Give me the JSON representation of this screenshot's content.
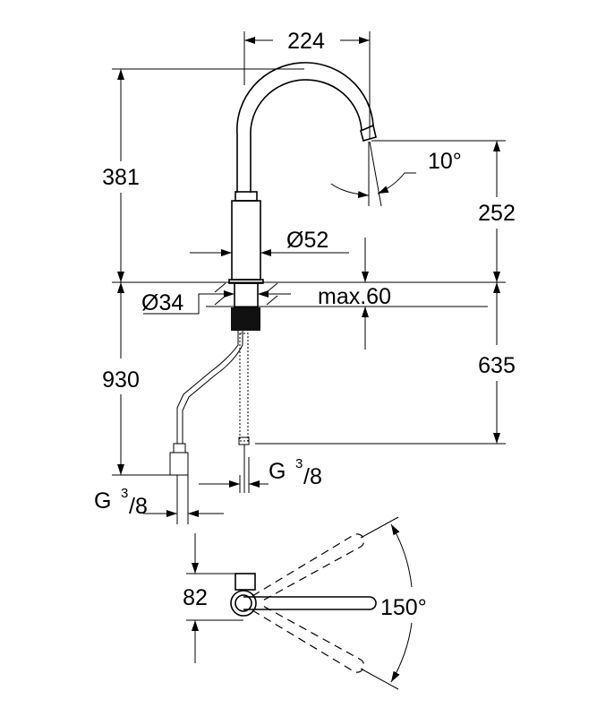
{
  "dimensions": {
    "spout_reach": "224",
    "height_above_counter": "381",
    "spout_clearance": "252",
    "body_diameter": "Ø52",
    "hole_diameter": "Ø34",
    "max_counter_thickness": "max.60",
    "spout_angle": "10°",
    "total_below_counter": "930",
    "hose_length": "635",
    "thread_right": {
      "prefix": "G",
      "num": "3",
      "den": "/8"
    },
    "thread_left": {
      "prefix": "G",
      "num": "3",
      "den": "/8"
    },
    "handle_width": "82",
    "swivel_angle": "150°"
  },
  "colors": {
    "line": "#000000",
    "background": "#ffffff"
  }
}
